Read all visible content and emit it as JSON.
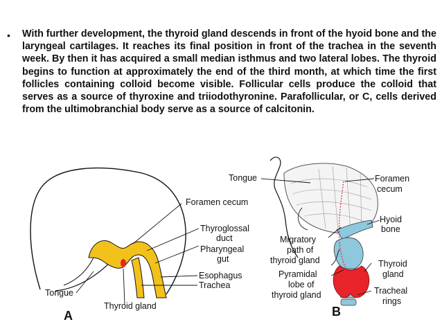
{
  "slide": {
    "bullet_char": "•",
    "paragraph": "With further development, the thyroid gland descends in front of the hyoid bone and the laryngeal cartilages. It reaches its final position in front of the trachea in the seventh week. By then it has acquired a small median isthmus and two lateral lobes. The thyroid begins to function at approximately the end of the third month, at which time the first follicles containing colloid become visible. Follicular cells produce the colloid that serves as a source of thyroxine and triiodothyronine. Parafollicular, or C, cells derived from the ultimobranchial body serve as a source of calcitonin."
  },
  "figure_a": {
    "panel_letter": "A",
    "labels": {
      "tongue": "Tongue",
      "foramen_cecum": "Foramen cecum",
      "thyroglossal_duct": "Thyroglossal",
      "thyroglossal_duct_2": "duct",
      "pharyngeal_gut": "Pharyngeal",
      "pharyngeal_gut_2": "gut",
      "esophagus": "Esophagus",
      "trachea": "Trachea",
      "thyroid_gland": "Thyroid gland"
    }
  },
  "figure_b": {
    "panel_letter": "B",
    "labels": {
      "tongue": "Tongue",
      "foramen_cecum": "Foramen",
      "foramen_cecum_2": "cecum",
      "hyoid_bone": "Hyoid",
      "hyoid_bone_2": "bone",
      "migratory_path": "Migratory",
      "migratory_path_2": "path of",
      "migratory_path_3": "thyroid gland",
      "pyramidal_lobe": "Pyramidal",
      "pyramidal_lobe_2": "lobe of",
      "pyramidal_lobe_3": "thyroid gland",
      "thyroid_gland": "Thyroid",
      "thyroid_gland_2": "gland",
      "tracheal_rings": "Tracheal",
      "tracheal_rings_2": "rings"
    }
  },
  "colors": {
    "yellow": "#f2c21b",
    "red": "#e8242a",
    "blue": "#8fc7dd"
  }
}
